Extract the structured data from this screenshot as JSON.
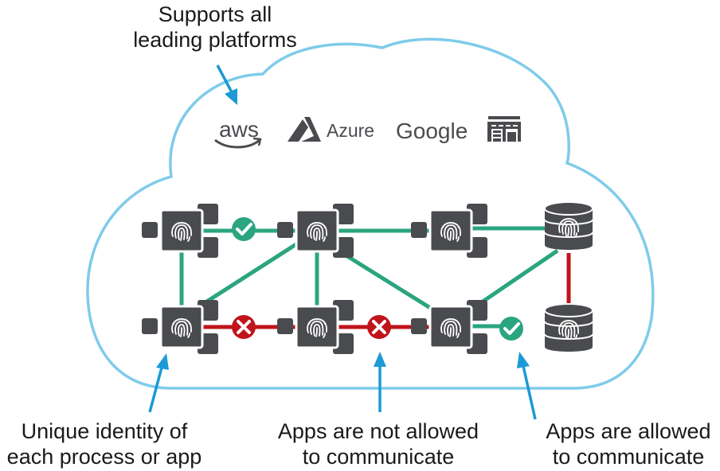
{
  "title": {
    "line1": "Supports all",
    "line2": "leading platforms"
  },
  "platforms": [
    {
      "name": "aws",
      "icon": "aws-logo"
    },
    {
      "name": "Azure",
      "icon": "azure-logo"
    },
    {
      "name": "Google",
      "icon": "google-logo"
    },
    {
      "name": "",
      "icon": "datacenter-icon"
    }
  ],
  "nodes": [
    {
      "id": "app-1",
      "type": "app",
      "icon": "fingerprint-icon"
    },
    {
      "id": "app-2",
      "type": "app",
      "icon": "fingerprint-icon"
    },
    {
      "id": "app-3",
      "type": "app",
      "icon": "fingerprint-icon"
    },
    {
      "id": "app-4",
      "type": "app",
      "icon": "fingerprint-icon"
    },
    {
      "id": "app-5",
      "type": "app",
      "icon": "fingerprint-icon"
    },
    {
      "id": "app-6",
      "type": "app",
      "icon": "fingerprint-icon"
    },
    {
      "id": "db-1",
      "type": "database",
      "icon": "fingerprint-icon"
    },
    {
      "id": "db-2",
      "type": "database",
      "icon": "fingerprint-icon"
    }
  ],
  "connections": [
    {
      "from": "app-1",
      "to": "app-2",
      "status": "allowed"
    },
    {
      "from": "app-2",
      "to": "app-3",
      "status": "allowed"
    },
    {
      "from": "app-3",
      "to": "db-1",
      "status": "allowed"
    },
    {
      "from": "app-1",
      "to": "app-4",
      "status": "allowed"
    },
    {
      "from": "app-4",
      "to": "app-2",
      "status": "allowed"
    },
    {
      "from": "app-2",
      "to": "app-5",
      "status": "allowed"
    },
    {
      "from": "app-2",
      "to": "app-6",
      "status": "allowed"
    },
    {
      "from": "app-6",
      "to": "db-1",
      "status": "allowed"
    },
    {
      "from": "app-4",
      "to": "app-5",
      "status": "blocked"
    },
    {
      "from": "app-5",
      "to": "app-6",
      "status": "blocked"
    },
    {
      "from": "db-1",
      "to": "db-2",
      "status": "blocked"
    },
    {
      "from": "app-6",
      "to": "external",
      "status": "allowed"
    }
  ],
  "colors": {
    "cloud": "#7fcbea",
    "arrow": "#1c9ad6",
    "allowed": "#2aa57f",
    "blocked": "#c0141b",
    "node": "#4a4b4f"
  },
  "callouts": [
    {
      "line1": "Unique identity of",
      "line2": "each process or app"
    },
    {
      "line1": "Apps are not allowed",
      "line2": "to communicate"
    },
    {
      "line1": "Apps are allowed",
      "line2": "to communicate"
    }
  ]
}
